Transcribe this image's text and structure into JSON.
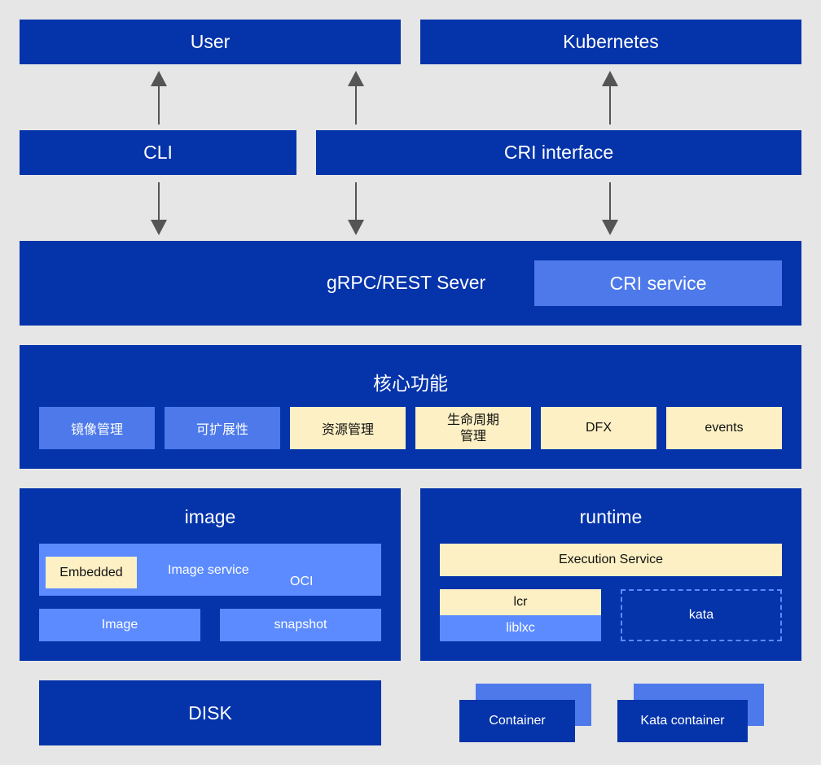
{
  "top": {
    "user": "User",
    "kubernetes": "Kubernetes"
  },
  "interfaces": {
    "cli": "CLI",
    "cri_interface": "CRI interface"
  },
  "server": {
    "label": "gRPC/REST Sever",
    "cri_service": "CRI service"
  },
  "core": {
    "title": "核心功能",
    "items": [
      "镜像管理",
      "可扩展性",
      "资源管理",
      "生命周期\n管理",
      "DFX",
      "events"
    ]
  },
  "image": {
    "title": "image",
    "embedded": "Embedded",
    "image_service": "Image service",
    "oci": "OCI",
    "image": "Image",
    "snapshot": "snapshot"
  },
  "runtime": {
    "title": "runtime",
    "execution_service": "Execution Service",
    "lcr": "lcr",
    "liblxc": "liblxc",
    "kata": "kata"
  },
  "bottom": {
    "disk": "DISK",
    "container": "Container",
    "kata_container": "Kata container"
  },
  "colors": {
    "background": "#e6e6e6",
    "dark_blue": "#0433aa",
    "medium_blue": "#4d79ea",
    "light_blue": "#5c8bff",
    "cream": "#fdf0c4",
    "arrow": "#555555"
  }
}
